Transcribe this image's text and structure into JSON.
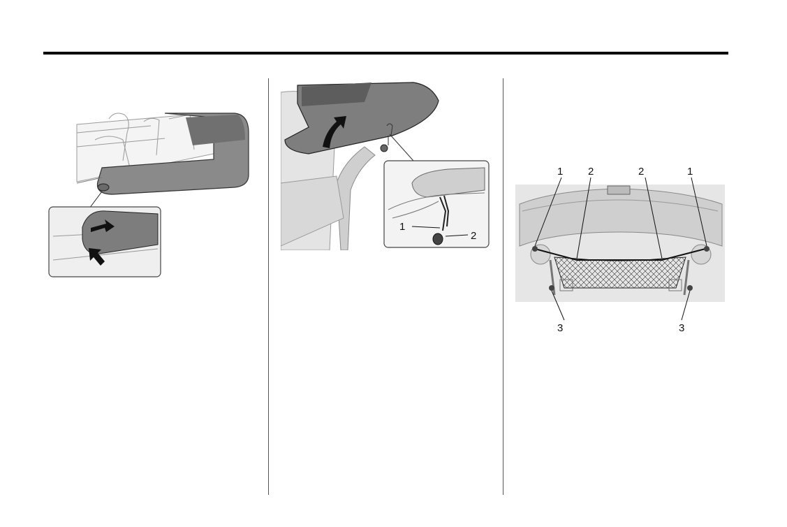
{
  "figure_left": {
    "icon": "soft-top-cover-release-illustration"
  },
  "figure_middle": {
    "icon": "tonneau-cover-lift-illustration",
    "callouts": [
      "1",
      "2"
    ]
  },
  "figure_right": {
    "icon": "cargo-net-illustration",
    "callouts_top": [
      "1",
      "2",
      "2",
      "1"
    ],
    "callouts_bottom": [
      "3",
      "3"
    ]
  }
}
